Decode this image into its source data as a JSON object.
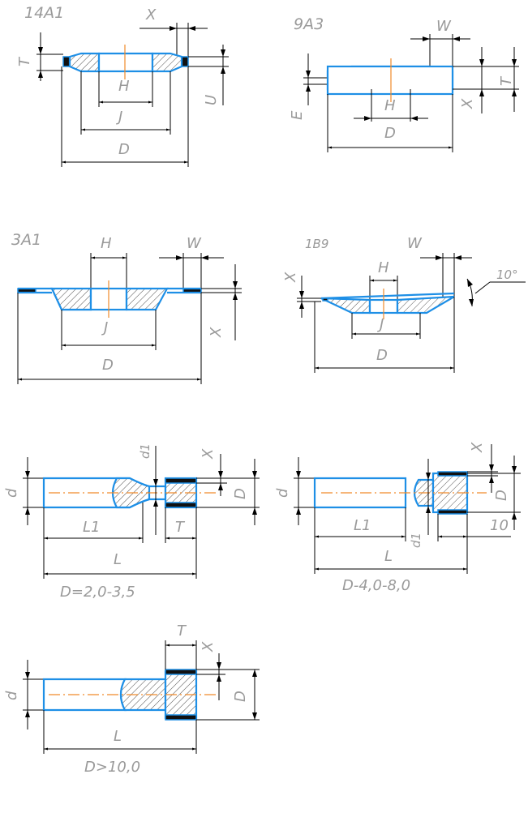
{
  "diagrams": {
    "d14a1": {
      "title": "14A1",
      "labels": {
        "X": "X",
        "T": "T",
        "U": "U",
        "H": "H",
        "J": "J",
        "D": "D"
      }
    },
    "d9a3": {
      "title": "9A3",
      "labels": {
        "W": "W",
        "E": "E",
        "T": "T",
        "X": "X",
        "H": "H",
        "D": "D"
      }
    },
    "d3a1": {
      "title": "3A1",
      "labels": {
        "H": "H",
        "W": "W",
        "X": "X",
        "J": "J",
        "D": "D"
      }
    },
    "d1b9": {
      "title": "1B9",
      "labels": {
        "X": "X",
        "H": "H",
        "W": "W",
        "angle": "10°",
        "J": "J",
        "D": "D"
      }
    },
    "dsmall": {
      "labels": {
        "d": "d",
        "d1": "d1",
        "X": "X",
        "D": "D",
        "L1": "L1",
        "T": "T",
        "L": "L"
      },
      "caption": "D=2,0-3,5"
    },
    "dmid": {
      "labels": {
        "d": "d",
        "d1": "d1",
        "X": "X",
        "D": "D",
        "L1": "L1",
        "ten": "10",
        "L": "L"
      },
      "caption": "D-4,0-8,0"
    },
    "dlarge": {
      "labels": {
        "d": "d",
        "T": "T",
        "X": "X",
        "D": "D",
        "L": "L"
      },
      "caption": "D>10,0"
    }
  }
}
